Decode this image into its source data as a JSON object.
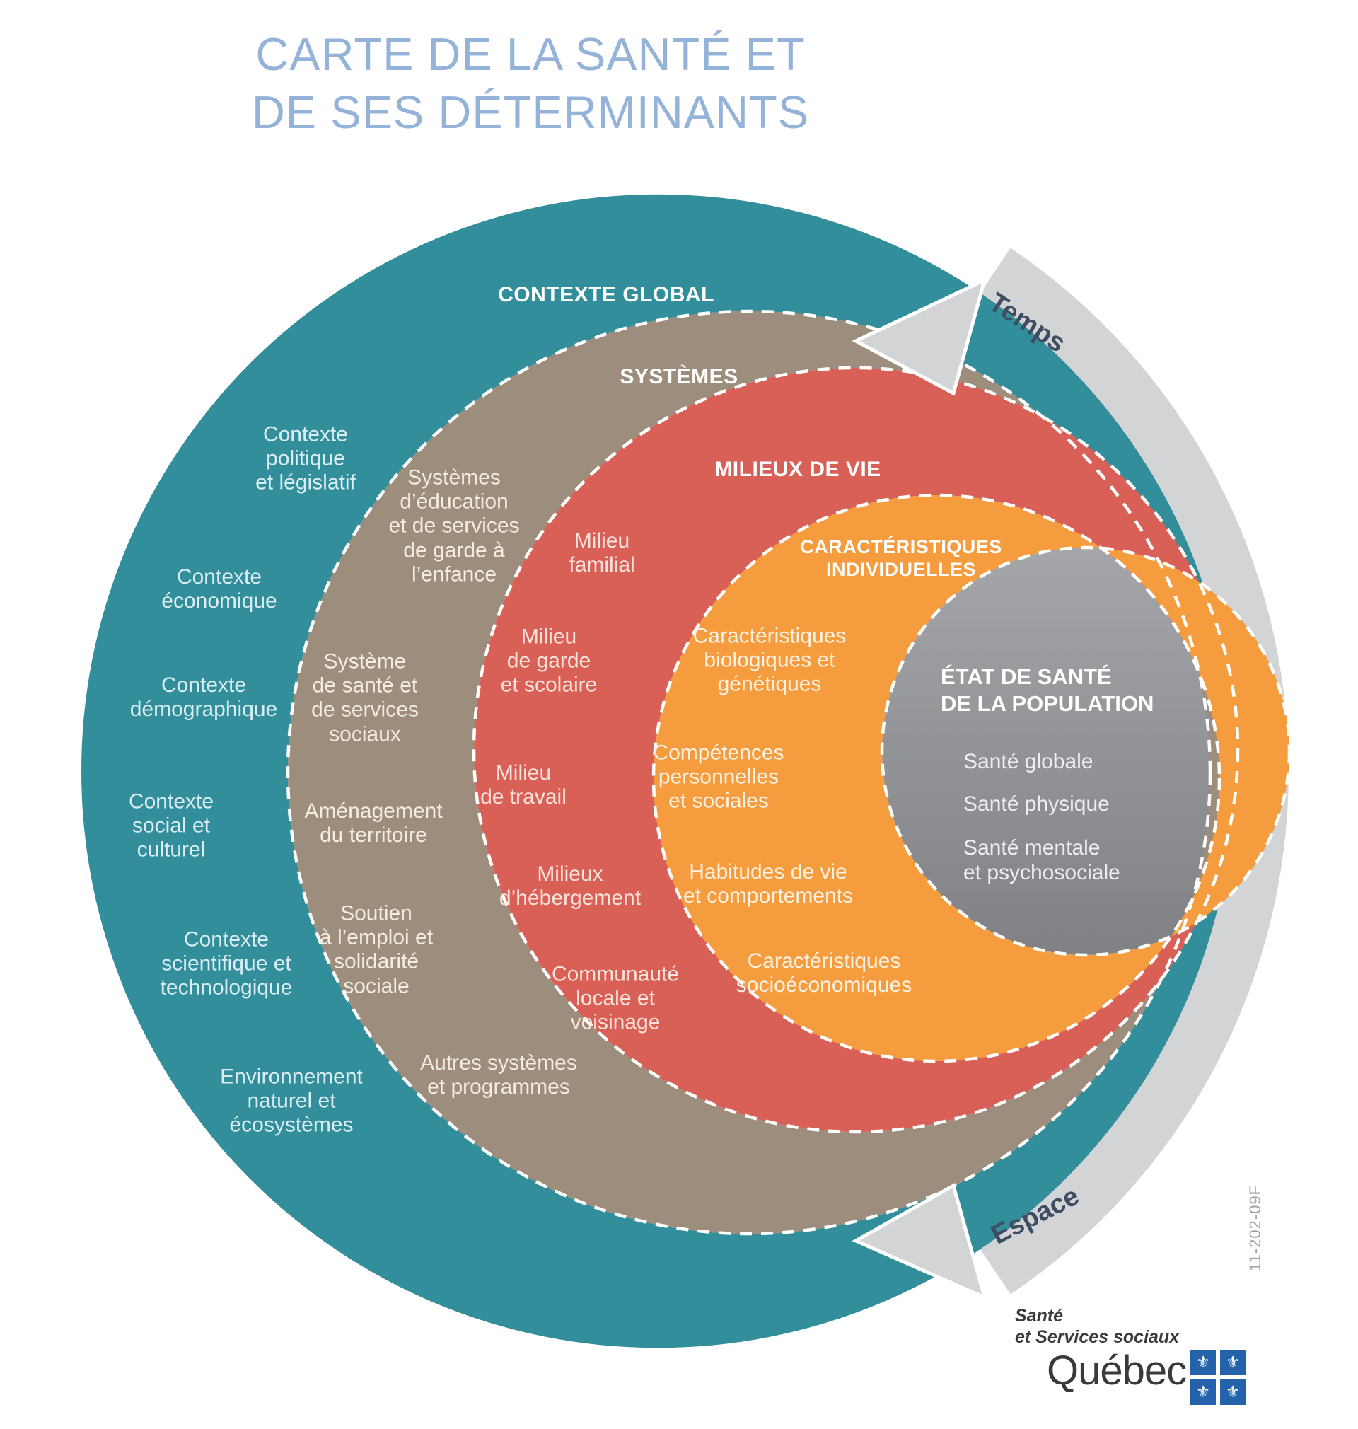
{
  "title": "CARTE DE LA SANTÉ ET\nDE SES DÉTERMINANTS",
  "colors": {
    "teal": "#318E9A",
    "brown": "#9C8D7C",
    "red": "#D96057",
    "orange": "#F49C3E",
    "gray_light": "#A4A6A9",
    "gray_dark": "#7F8184",
    "band_gray": "#D3D4D6",
    "title_blue": "#95B3D9",
    "arrow_label": "#3E4D63",
    "flag_blue": "#2462AB",
    "logo_text": "#3A3A3C",
    "code_gray": "#99A0AA"
  },
  "arrows": {
    "time_label": "Temps",
    "space_label": "Espace"
  },
  "rings": {
    "global": {
      "header": "CONTEXTE GLOBAL",
      "items": {
        "politique": "Contexte\npolitique\net législatif",
        "economique": "Contexte\néconomique",
        "demographique": "Contexte\ndémographique",
        "social": "Contexte\nsocial et\nculturel",
        "scientifique": "Contexte\nscientifique et\ntechnologique",
        "environnement": "Environnement\nnaturel et\nécosystèmes"
      }
    },
    "systemes": {
      "header": "SYSTÈMES",
      "items": {
        "education": "Systèmes\nd’éducation\net de services\nde garde à\nl’enfance",
        "sante": "Système\nde santé et\nde services\nsociaux",
        "amenagement": "Aménagement\ndu territoire",
        "soutien": "Soutien\nà l’emploi et\nsolidarité\nsociale",
        "autres": "Autres systèmes\net programmes"
      }
    },
    "milieux": {
      "header": "MILIEUX DE VIE",
      "items": {
        "familial": "Milieu\nfamilial",
        "garde": "Milieu\nde garde\net scolaire",
        "travail": "Milieu\nde travail",
        "hebergement": "Milieux\nd’hébergement",
        "communaute": "Communauté\nlocale et\nvoisinage"
      }
    },
    "individuelles": {
      "header": "CARACTÉRISTIQUES\nINDIVIDUELLES",
      "items": {
        "biologiques": "Caractéristiques\nbiologiques et\ngénétiques",
        "competences": "Compétences\npersonnelles\net sociales",
        "habitudes": "Habitudes de vie\net comportements",
        "socioeconomiques": "Caractéristiques\nsocioéconomiques"
      }
    },
    "etat": {
      "header": "ÉTAT DE SANTÉ\nDE LA POPULATION",
      "items": {
        "globale": "Santé globale",
        "physique": "Santé physique",
        "mentale": "Santé mentale\net psychosociale"
      }
    }
  },
  "footer": {
    "doc_code": "11-202-09F",
    "logo": {
      "dept": "Santé\net Services sociaux",
      "wordmark": "Québec",
      "fleur": "⚜"
    }
  }
}
